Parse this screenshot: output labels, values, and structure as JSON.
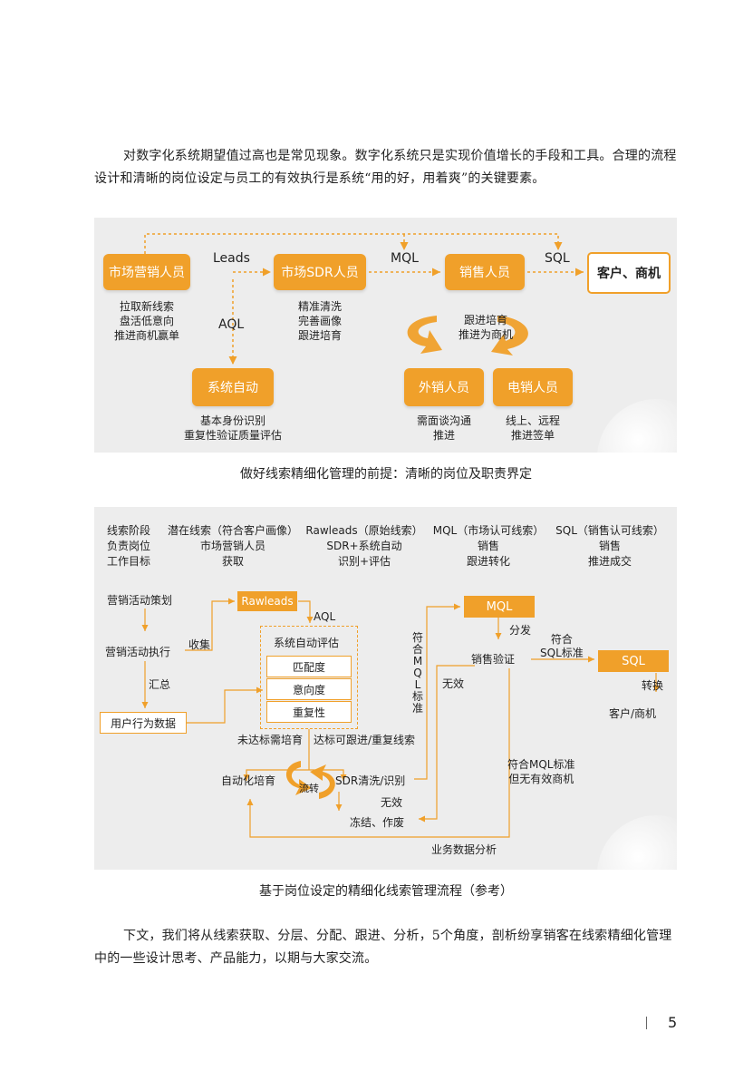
{
  "intro": "对数字化系统期望值过高也是常见现象。数字化系统只是实现价值增长的手段和工具。合理的流程设计和清晰的岗位设定与员工的有效执行是系统“用的好，用着爽”的关键要素。",
  "fig1": {
    "market_staff": "市场营销人员",
    "sdr_staff": "市场SDR人员",
    "sales_staff": "销售人员",
    "customer": "客户、商机",
    "leads": "Leads",
    "mql": "MQL",
    "sql": "SQL",
    "aql": "AQL",
    "market_desc": [
      "拉取新线索",
      "盘活低意向",
      "推进商机赢单"
    ],
    "sdr_desc": [
      "精准清洗",
      "完善画像",
      "跟进培育"
    ],
    "sales_desc": [
      "跟进培育",
      "推进为商机"
    ],
    "auto_system": "系统自动",
    "auto_desc": [
      "基本身份识别",
      "重复性验证质量评估"
    ],
    "field_sales": "外销人员",
    "field_desc": [
      "需面谈沟通",
      "推进"
    ],
    "tele_sales": "电销人员",
    "tele_desc": [
      "线上、远程",
      "推进签单"
    ]
  },
  "caption1": "做好线索精细化管理的前提：清晰的岗位及职责界定",
  "fig2": {
    "table": {
      "rows": [
        [
          "线索阶段",
          "潜在线索（符合客户画像）",
          "Rawleads（原始线索）",
          "MQL（市场认可线索）",
          "SQL（销售认可线索）"
        ],
        [
          "负责岗位",
          "市场营销人员",
          "SDR+系统自动",
          "销售",
          "销售"
        ],
        [
          "工作目标",
          "获取",
          "识别+评估",
          "跟进转化",
          "推进成交"
        ]
      ]
    },
    "campaign_plan": "营销活动策划",
    "campaign_exec": "营销活动执行",
    "collect": "收集",
    "summarize": "汇总",
    "behavior_data": "用户行为数据",
    "rawleads": "Rawleads",
    "aql": "AQL",
    "eval_title": "系统自动评估",
    "match": "匹配度",
    "intent": "意向度",
    "dup": "重复性",
    "not_meet": "未达标需培育",
    "meet": "达标可跟进/重复线索",
    "auto_nurture": "自动化培育",
    "flow": "流转",
    "sdr_clean": "SDR清洗/识别",
    "invalid1": "无效",
    "freeze": "冻结、作废",
    "meets_mql": "符合MQL标准",
    "mql": "MQL",
    "distribute": "分发",
    "sales_verify": "销售验证",
    "invalid2": "无效",
    "meets_sql": [
      "符合",
      "SQL标准"
    ],
    "sql": "SQL",
    "convert": "转换",
    "customer": "客户/商机",
    "mql_no_opp": [
      "符合MQL标准",
      "但无有效商机"
    ],
    "biz_analysis": "业务数据分析"
  },
  "caption2": "基于岗位设定的精细化线索管理流程（参考）",
  "outro": "下文，我们将从线索获取、分层、分配、跟进、分析，5个角度，剖析纷享销客在线索精细化管理中的一些设计思考、产品能力，以期与大家交流。",
  "page_number": "5",
  "colors": {
    "accent": "#f0a02a",
    "panel": "#ededed"
  }
}
